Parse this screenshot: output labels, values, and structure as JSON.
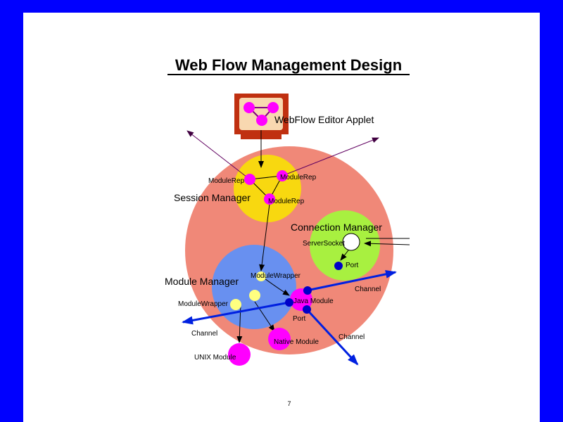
{
  "title": "Web Flow Management Design",
  "page_number": "7",
  "labels": {
    "editor_applet": "WebFlow Editor Applet",
    "module_rep_1": "ModuleRep",
    "module_rep_2": "ModuleRep",
    "module_rep_3": "ModuleRep",
    "session_manager": "Session Manager",
    "connection_manager": "Connection Manager",
    "server_socket": "ServerSocket",
    "port_1": "Port",
    "port_2": "Port",
    "module_manager": "Module Manager",
    "module_wrapper_1": "ModuleWrapper",
    "module_wrapper_2": "ModuleWrapper",
    "java_module": "Java Module",
    "native_module": "Native Module",
    "unix_module": "UNIX Module",
    "channel_1": "Channel",
    "channel_2": "Channel",
    "channel_3": "Channel"
  },
  "colors": {
    "background": "#0000ff",
    "page": "#ffffff",
    "outer_circle": "#f08878",
    "session_manager": "#f8d810",
    "connection_manager": "#a8f040",
    "module_manager": "#6890f0",
    "module_node": "#ff00ff",
    "port": "#0000c8",
    "wrapper": "#ffff80",
    "channel": "#0020e0",
    "monitor": "#c03010"
  }
}
